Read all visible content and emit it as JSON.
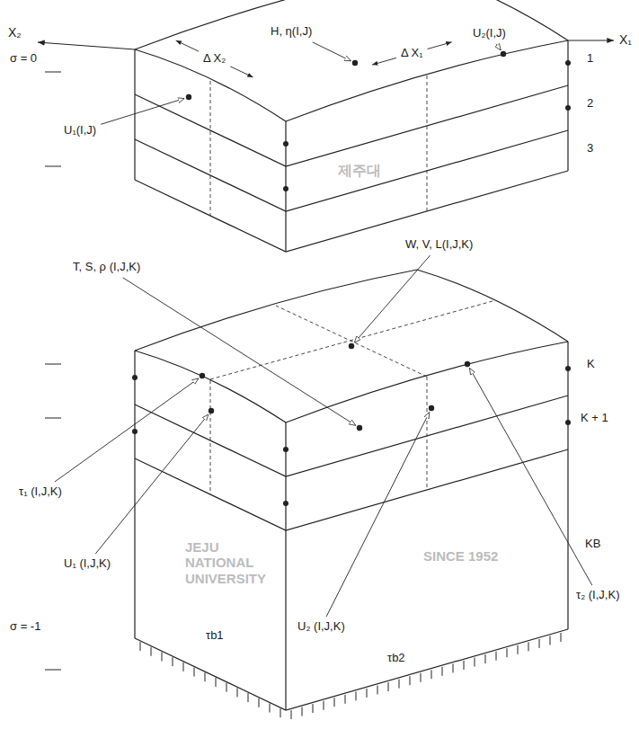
{
  "diagram": {
    "labels": [
      "X₂",
      "σ = 0",
      "H, η(I,J)",
      "U₂(I,J)",
      "X₁",
      "Δ X₁",
      "Δ X₂",
      "1",
      "2",
      "3",
      "U₁(I,J)",
      "제주대",
      "T, S, ρ (I,J,K)",
      "W, V, L(I,J,K)",
      "K",
      "K + 1",
      "τ₁ (I,J,K)",
      "U₁ (I,J,K)",
      "JEJU NATIONAL UNIVERSITY",
      "U₂ (I,J,K)",
      "τ₂ (I,J,K)",
      "SINCE 1952",
      "σ = -1",
      "τb1",
      "τb2",
      "KB"
    ]
  }
}
